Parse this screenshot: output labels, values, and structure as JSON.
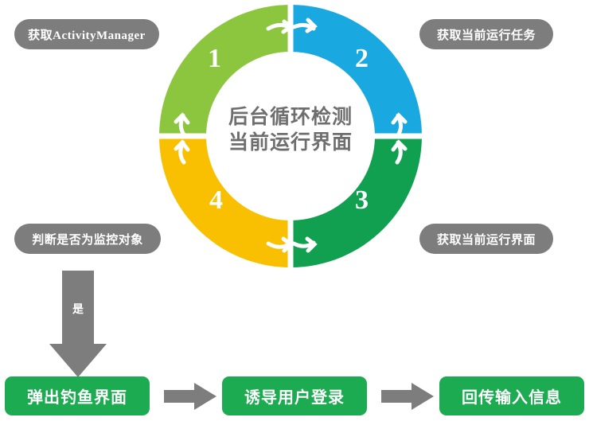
{
  "diagram": {
    "title_lines": [
      "后台循环检测",
      "当前运行界面"
    ],
    "yes_label": "是",
    "steps": [
      {
        "number": "1",
        "label": "获取ActivityManager",
        "color": "#8cc63e"
      },
      {
        "number": "2",
        "label": "获取当前运行任务",
        "color": "#19a8e0"
      },
      {
        "number": "3",
        "label": "获取当前运行界面",
        "color": "#11a050"
      },
      {
        "number": "4",
        "label": "判断是否为监控对象",
        "color": "#f8c000"
      }
    ],
    "flow_boxes": [
      {
        "label": "弹出钓鱼界面"
      },
      {
        "label": "诱导用户登录"
      },
      {
        "label": "回传输入信息"
      }
    ],
    "colors": {
      "pill_gray": "#7d7d7d",
      "arrow_gray": "#7d7d7d",
      "box_green": "#1dab52",
      "center_text": "#6e6e6e",
      "background": "#ffffff"
    },
    "icons": {
      "flow_arrow": "arrow-right-icon",
      "yes_arrow": "arrow-down-icon",
      "cycle_arrow": "curved-arrow-icon"
    }
  }
}
